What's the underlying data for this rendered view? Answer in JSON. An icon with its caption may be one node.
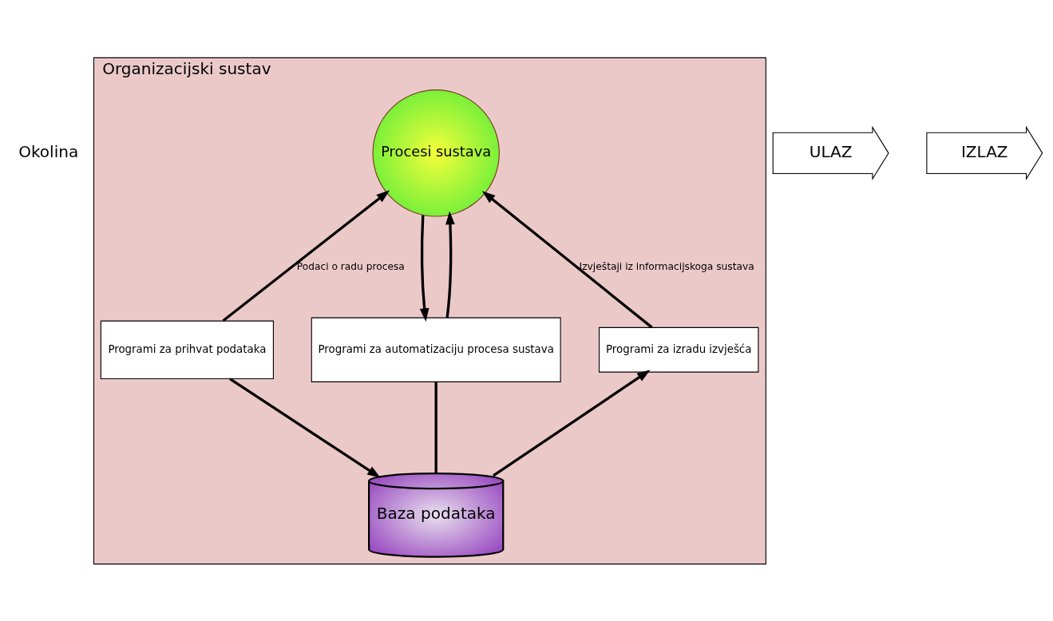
{
  "diagram": {
    "nodes": [
      {
        "text": [
          "Organizacijski sustav"
        ]
      },
      {
        "text": [
          "Procesi sustava"
        ],
        "in": 0
      },
      {
        "text": [
          "Programi za prihvat podataka"
        ],
        "in": 0
      },
      {
        "text": [
          "Programi za automatizaciju procesa sustava"
        ],
        "in": 0
      },
      {
        "text": [
          "Programi za izradu izvješća"
        ],
        "in": 0
      },
      {
        "text": [
          "Baza podataka"
        ],
        "in": 0
      },
      {
        "text": [
          "ULAZ"
        ]
      },
      {
        "text": [
          "IZLAZ"
        ]
      }
    ],
    "edges": [
      {
        "from": 2,
        "to": 1,
        "arrow": "to",
        "label": "Podaci o radu procesa"
      },
      {
        "from": 1,
        "to": 3,
        "arrow": "to"
      },
      {
        "from": 3,
        "to": 1,
        "arrow": "to"
      },
      {
        "from": 4,
        "to": 1,
        "arrow": "to",
        "label": "Izvještaji iz informacijskoga sustava"
      },
      {
        "from": 3,
        "to": 5,
        "arrow": "none"
      },
      {
        "from": 2,
        "to": 5,
        "arrow": "to"
      },
      {
        "from": 5,
        "to": 4,
        "arrow": "to"
      }
    ],
    "labels": [
      "Okolina"
    ]
  }
}
